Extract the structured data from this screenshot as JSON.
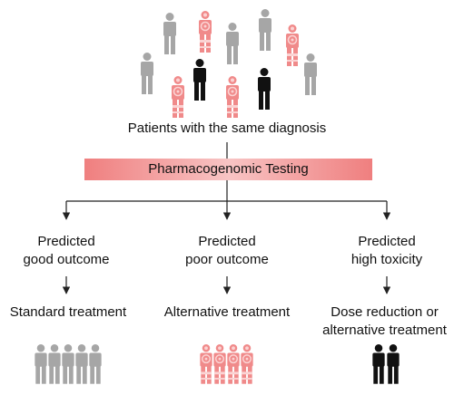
{
  "top_label": "Patients with the same diagnosis",
  "banner_label": "Pharmacogenomic Testing",
  "branches": [
    {
      "prediction_line1": "Predicted",
      "prediction_line2": "good outcome",
      "treatment_line1": "Standard treatment",
      "treatment_line2": "",
      "group_color": "#a6a6a6"
    },
    {
      "prediction_line1": "Predicted",
      "prediction_line2": "poor outcome",
      "treatment_line1": "Alternative treatment",
      "treatment_line2": "",
      "group_color": "#f08a8a"
    },
    {
      "prediction_line1": "Predicted",
      "prediction_line2": "high toxicity",
      "treatment_line1": "Dose reduction or",
      "treatment_line2": "alternative treatment",
      "group_color": "#111111"
    }
  ],
  "colors": {
    "gray": "#a6a6a6",
    "pink": "#f08a8a",
    "pink_light": "#fbd3d3",
    "black": "#111111",
    "line": "#222222"
  }
}
